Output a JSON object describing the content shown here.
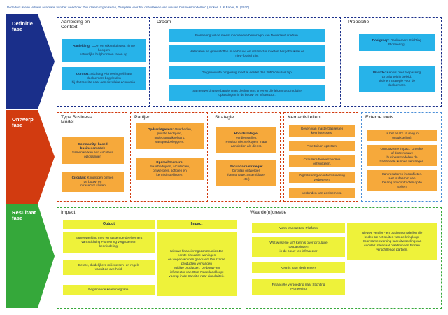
{
  "credit": "Deze tool is een virtuele adaptatie van het werkboek \"Duurzaam organiseren, Template voor het ontwikkelen van nieuwe businessmodellen\" (Jonker, J. & Faber, N. (2020).",
  "colors": {
    "navy": "#1a2f8a",
    "red": "#d23b10",
    "green": "#35a83a",
    "cyan": "#27b3e9",
    "orange": "#f6a93b",
    "yellow": "#eef23a"
  },
  "phases": {
    "definitie": {
      "line1": "Definitie",
      "line2": "fase"
    },
    "ontwerp": {
      "line1": "Ontwerp",
      "line2": "fase"
    },
    "resultaat": {
      "line1": "Resultaat",
      "line2": "fase"
    }
  },
  "aanleiding": {
    "title_1": "Aanleiding en",
    "title_2": "Context",
    "card1": {
      "label": "Aanleiding:",
      "l1": " CO2- en stikstofuitstoot zijn te",
      "l2": "hoog en",
      "l3": "natuurlijke hulpbronnen raken op."
    },
    "card2": {
      "label": "Context:",
      "l1": " Stichting Pioneering wil haar",
      "l2": "deelnemers begeleiden",
      "l3": "bij de transitie naar een circulaire economie."
    }
  },
  "droom": {
    "title": "Droom",
    "card1": {
      "l1": "Pioneering wil de meest innovatieve bouwregio van Nederland creëren."
    },
    "card2": {
      "l1": "Materialen en grondstoffen in de bouw- en infrasector moeten hergebruikaar en",
      "l2": "niet -fossiel zijn."
    },
    "card3": {
      "l1": "De gebouwde omgeving moet al eerder dan 2050 circulair zijn."
    },
    "card4": {
      "l1": "Samenwerkingsverbanden met deelnemers creëren die leiden tot circulaire",
      "l2": "oplossingen in de bouw- en infrasector."
    }
  },
  "propositie": {
    "title": "Propositie",
    "card1": {
      "label": "Doelgroep:",
      "l1": " Deelnemers Stichting",
      "l2": "Pioneering."
    },
    "card2": {
      "label": "Waarde:",
      "l1": " Kennis over toepassing",
      "l2": "circulariteit in beleid,",
      "l3": "visie en strategie voor de",
      "l4": "deelnemers."
    }
  },
  "typebusiness": {
    "title_1": "Type Business",
    "title_2": "Model",
    "card1": {
      "l1": "Community- based",
      "l2": "businessmodel:",
      "l3": "Samenwerken aan circulaire",
      "l4": "oplossingen"
    },
    "card2": {
      "label": "Circulair:",
      "l1": " Kringlopen binnen",
      "l2": "de bouw- en",
      "l3": "infrasector sluiten"
    }
  },
  "partijen": {
    "title": "Partijen",
    "card1": {
      "label": "Opdrachtgevers:",
      "l1": " Overheden,",
      "l2": "private bedrijven,",
      "l3": "projectontwikkelaars,",
      "l4": "vastgoedbeleggers."
    },
    "card2": {
      "label": "Opdrachtnemers:",
      "l1": "Bouwbedrijven, architecten,",
      "l2": "ontwerpers, scholen en",
      "l3": "kennisinstellingen."
    }
  },
  "strategie": {
    "title": "Strategie",
    "card1": {
      "label": "Hoofdstrategie:",
      "l1": "Verdienstellen.",
      "l2": "Product niet verkopen, maar",
      "l3": "aanbieden als dienst."
    },
    "card2": {
      "label": "Secundaire strategie:",
      "l1": "Circulair ontwerpen",
      "l2": "(demontage, assemblage,",
      "l3": "etc.)"
    }
  },
  "kernactiviteiten": {
    "title": "Kernactiviteiten",
    "items": [
      {
        "l1": "Geven van masterclasses en",
        "l2": "kennissessies."
      },
      {
        "l1": "Proeftuinen opzetten."
      },
      {
        "l1": "Circulaire bouweconomie",
        "l2": "ontwikkelen."
      },
      {
        "l1": "Digitalisering en informatisering",
        "l2": "verbeteren."
      },
      {
        "l1": "Verbinden van deelnemers."
      }
    ]
  },
  "externetoets": {
    "title": "Externe toets",
    "card1": {
      "l1": "Is het er al? Ja (nog in",
      "l2": "ontwikkeling)."
    },
    "card2": {
      "l1": "Onvoorziene impact: Onzeker",
      "l2": "of deze nieuwe",
      "l3": "businessmodellen de",
      "l4": "traditionele kunnen vervangen."
    },
    "card3": {
      "l1": "Kan resulteren in conflicten.",
      "l2": "Het is daarom van",
      "l3": "belang om contracten op te",
      "l4": "stellen."
    }
  },
  "impact": {
    "title": "Impact",
    "col1_header": "Output",
    "col2_header": "Impact",
    "output_items": [
      {
        "l1": "Samenwerking met- en tussen de deelnemers",
        "l2": "van Stichting Pioneering vergroten en",
        "l3": "kennisdeling."
      },
      {
        "l1": "Betere, duidelijkere milieueisen- en regels",
        "l2": "vanuit de overheid."
      },
      {
        "l1": "Beginnende ketenintegratie."
      }
    ],
    "impact_item": {
      "l1": "Nieuwe financieringsconstructies.De",
      "l2": "eerste circulaire woningen",
      "l3": "en wegen worden gebouwd. Duurzame",
      "l4": "producten vervangen",
      "l5": "huidige producten. De bouw- en",
      "l6": "infrasector van Oost-Nederland loopt",
      "l7": "voorop in de transitie naar circulariteit."
    }
  },
  "waardecreatie": {
    "title": "Waarde(n)creatie",
    "left_items": [
      {
        "l1": "Vorm transacties: Platform"
      },
      {
        "l1": "Wat wissel je uit? Kennis over circulaire",
        "l2": "toepassingen",
        "l3": "in de bouw- en infrasector"
      },
      {
        "l1": "Kennis naar deelnemers"
      },
      {
        "l1": "Financiële vergoeding naar Stichting",
        "l2": "Pioneering"
      }
    ],
    "right_item": {
      "l1": "Nieuwe verdien- en businessmodellen die",
      "l2": "leiden tot het sluiten van de kringloop.",
      "l3": "Door samenwerking kan uitwisseling van",
      "l4": "circulair materiaal plaatsvinden binnen",
      "l5": "verschillende partijen."
    }
  }
}
